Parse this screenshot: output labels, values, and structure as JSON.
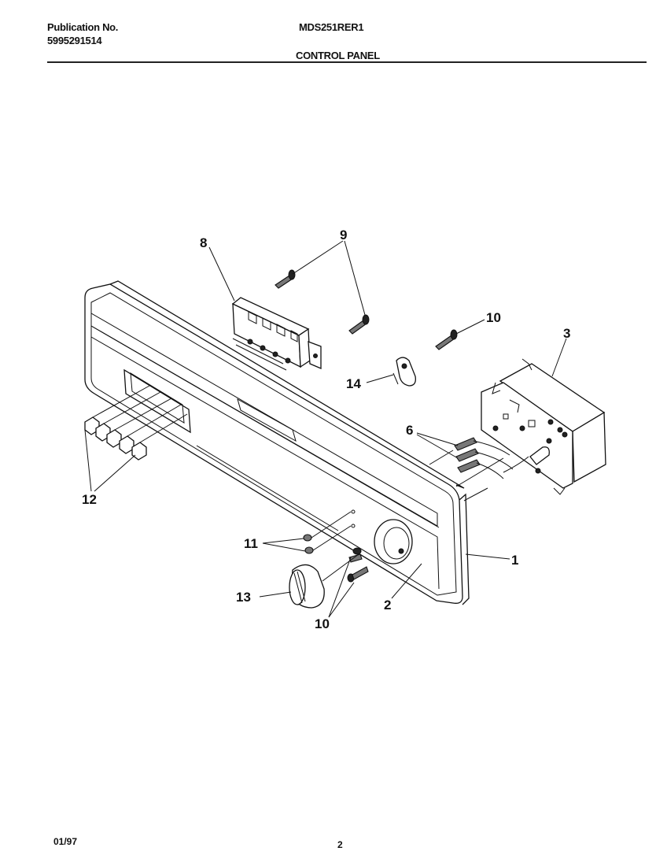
{
  "header": {
    "publication_label": "Publication No.",
    "publication_number": "5995291514",
    "model": "MDS251RER1",
    "section_title": "CONTROL PANEL"
  },
  "footer": {
    "date": "01/97",
    "page_number": "2"
  },
  "callouts": [
    "8",
    "9",
    "10",
    "3",
    "14",
    "6",
    "12",
    "11",
    "1",
    "13",
    "2",
    "10"
  ]
}
